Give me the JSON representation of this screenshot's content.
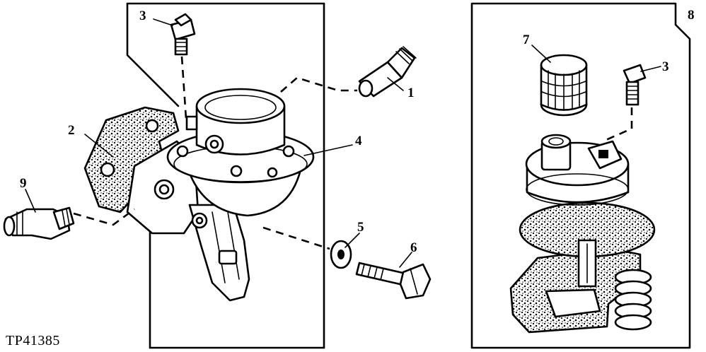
{
  "figure_code": "TP41385",
  "callouts": {
    "left": [
      {
        "id": "c1",
        "label": "1"
      },
      {
        "id": "c2",
        "label": "2"
      },
      {
        "id": "c3",
        "label": "3"
      },
      {
        "id": "c4",
        "label": "4"
      },
      {
        "id": "c5",
        "label": "5"
      },
      {
        "id": "c6",
        "label": "6"
      },
      {
        "id": "c9",
        "label": "9"
      }
    ],
    "right": [
      {
        "id": "r3",
        "label": "3"
      },
      {
        "id": "r7",
        "label": "7"
      },
      {
        "id": "r8",
        "label": "8"
      }
    ]
  }
}
